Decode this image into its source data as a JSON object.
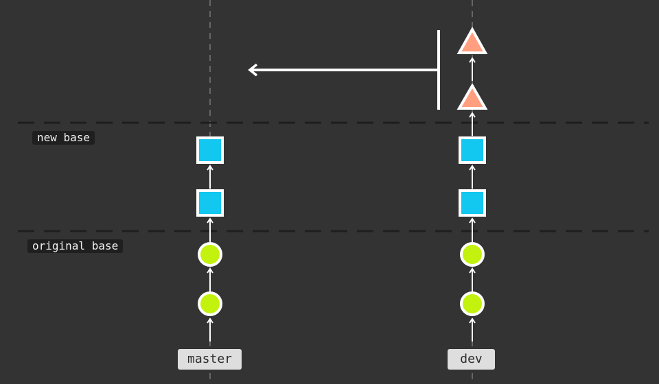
{
  "zones": {
    "new_base": "new base",
    "original_base": "original base"
  },
  "branches": {
    "master": "master",
    "dev": "dev"
  },
  "colors": {
    "background": "#333333",
    "circle_commit": "#c2f20e",
    "square_commit": "#12c7f0",
    "triangle_commit": "#ff9f80",
    "stroke": "#ffffff",
    "divider": "#1e1e1e",
    "guide": "#666666"
  },
  "icons": {
    "circle": "circle-commit-icon",
    "square": "square-commit-icon",
    "triangle": "triangle-commit-icon",
    "arrow": "rebase-arrow-icon"
  }
}
